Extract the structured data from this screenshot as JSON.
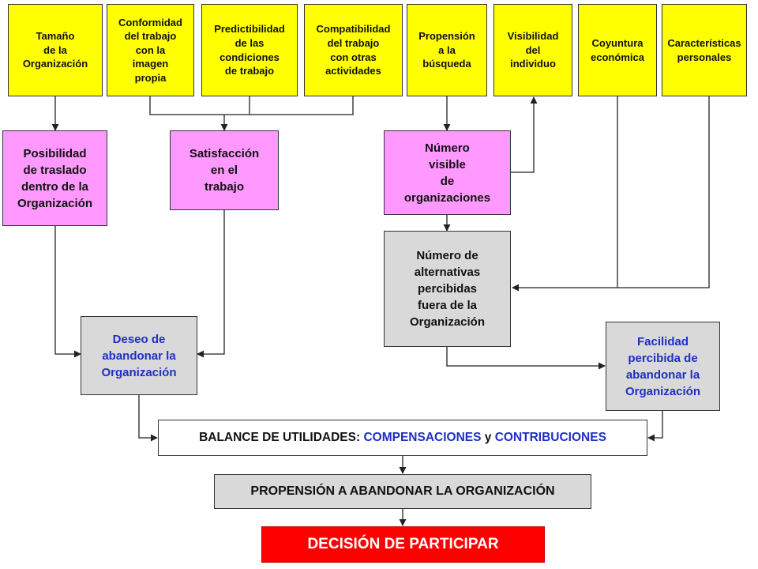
{
  "top_factors": [
    "Tamaño\nde la\nOrganización",
    "Conformidad\ndel trabajo\ncon la\nimagen\npropia",
    "Predictibilidad\nde las\ncondiciones\nde trabajo",
    "Compatibilidad\ndel trabajo\ncon otras\nactividades",
    "Propensión\na la\nbúsqueda",
    "Visibilidad\ndel\nindividuo",
    "Coyuntura\neconómica",
    "Características\npersonales"
  ],
  "intermediate": {
    "posibilidad": "Posibilidad\nde traslado\ndentro de la\nOrganización",
    "satisfaccion": "Satisfacción\nen el\ntrabajo",
    "numero_visible": "Número\nvisible\nde\norganizaciones",
    "alternativas": "Número de\nalternativas\npercibidas\nfuera de la\nOrganización",
    "deseo": "Deseo de\nabandonar la\nOrganización",
    "facilidad": "Facilidad\npercibida de\nabandonar la\nOrganización"
  },
  "balance": {
    "prefix": "BALANCE DE UTILIDADES: ",
    "compensaciones": "COMPENSACIONES",
    "y": " y ",
    "contribuciones": "CONTRIBUCIONES"
  },
  "propension": "PROPENSIÓN A ABANDONAR LA ORGANIZACIÓN",
  "decision": "DECISIÓN DE PARTICIPAR",
  "colors": {
    "factor": "#ffff00",
    "intermediate": "#ff99ff",
    "outcome": "#d9d9d9",
    "decision": "#ff0000",
    "highlight_text": "#1f2fc0"
  }
}
